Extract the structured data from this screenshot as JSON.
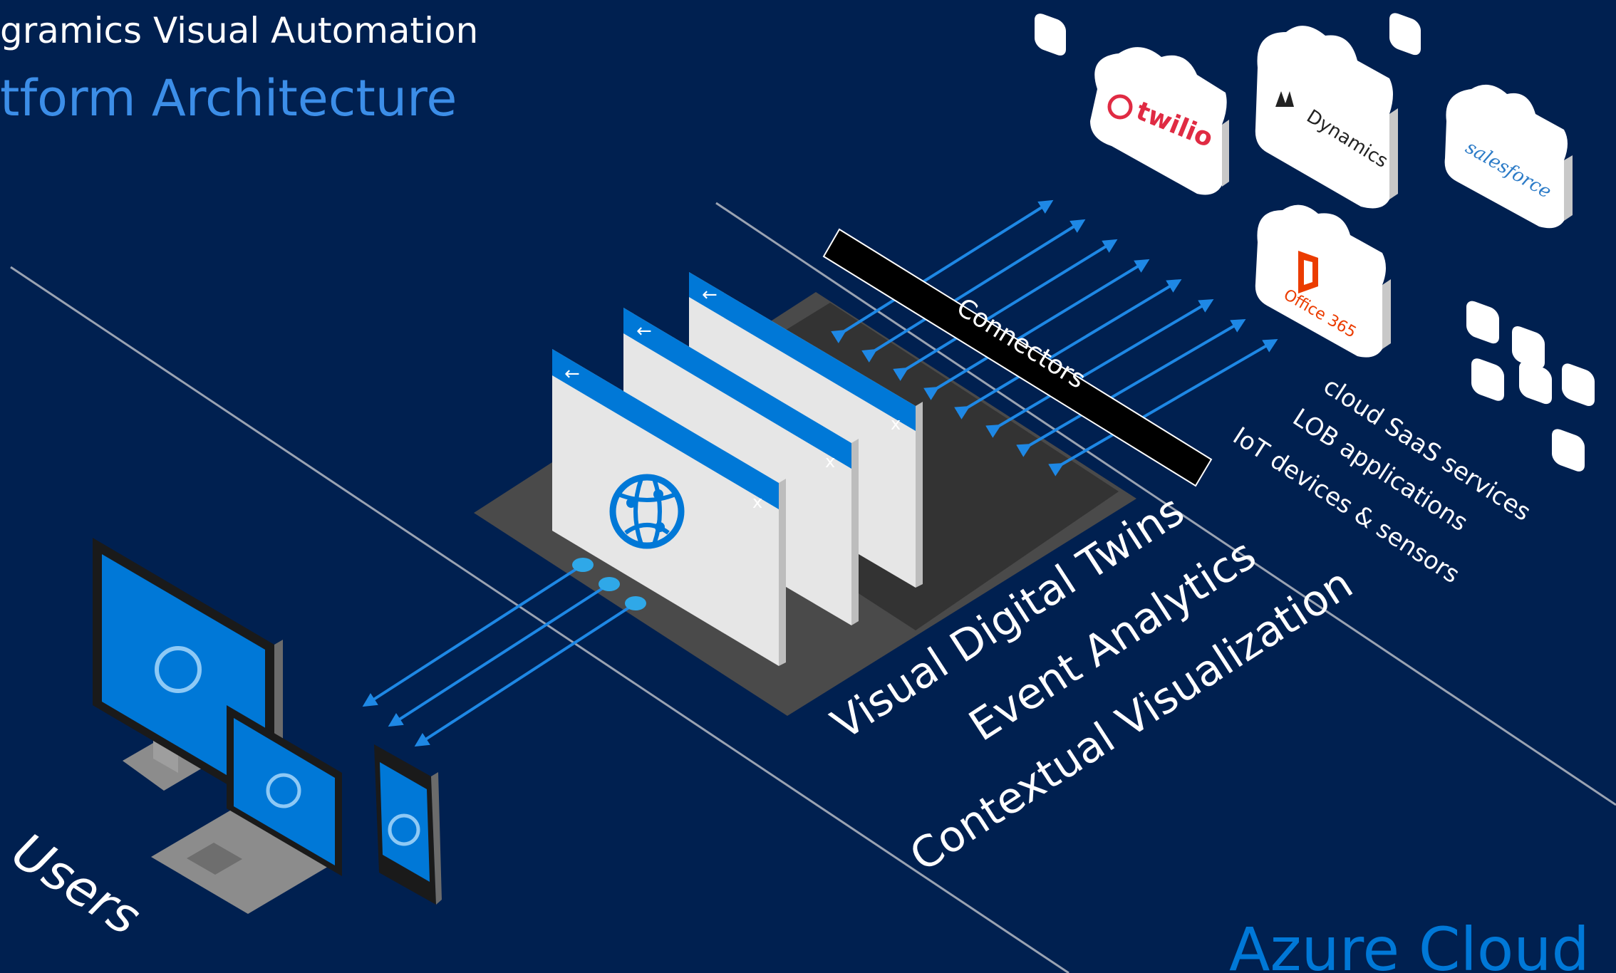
{
  "header": {
    "title": "gramics Visual Automation",
    "subtitle": "tform Architecture"
  },
  "connectors": {
    "label": "Connectors"
  },
  "capabilities": [
    "Visual Digital Twins",
    "Event Analytics",
    "Contextual Visualization"
  ],
  "sources": [
    "cloud SaaS services",
    "LOB applications",
    "IoT devices & sensors"
  ],
  "services": {
    "twilio": "twilio",
    "dynamics": "Dynamics",
    "salesforce": "salesforce",
    "office": "Office 365"
  },
  "users_label": "Users",
  "cloud_label": "Azure Cloud",
  "browser_close_glyph": "x",
  "browser_back_glyph": "←",
  "colors": {
    "background": "#002050",
    "accent": "#0078D7",
    "accent_light": "#2FA8E8",
    "subtitle": "#3C8EE8",
    "line": "#9AA3B2",
    "platform": "#4A4A4A",
    "platform_dark": "#333333"
  }
}
